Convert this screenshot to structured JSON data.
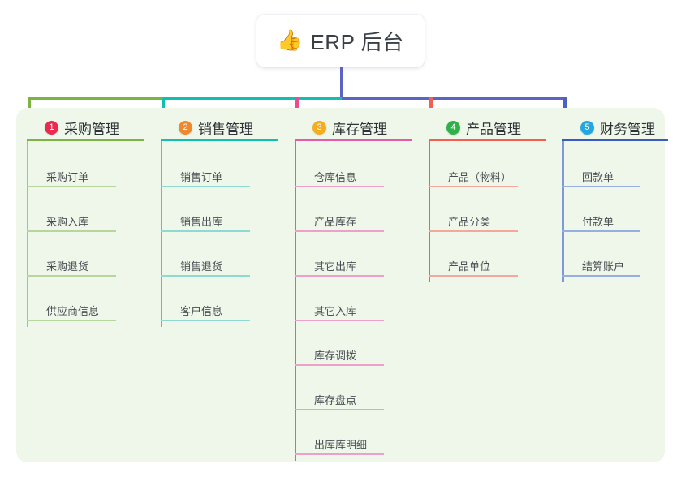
{
  "root": {
    "icon": "thumbs-up-emoji",
    "icon_glyph": "👍",
    "title": "ERP 后台"
  },
  "palette": {
    "panel_bg": "#eef7e9",
    "page_bg": "#ffffff",
    "stem": "#5b63c4",
    "bar_left_green": "#7cb342",
    "bar_mid_teal": "#10bfae",
    "bar_right_blue": "#5b63c4",
    "text": "#2f3338",
    "leaf_text": "#4a4f55"
  },
  "columns": [
    {
      "index": "1",
      "title": "采购管理",
      "badge_color": "#ec294e",
      "rule_color": "#7cb342",
      "leaf_rule_color": "#b7d69b",
      "spine_color": "#9ccb72",
      "drop_color": "#7cb342",
      "items": [
        "采购订单",
        "采购入库",
        "采购退货",
        "供应商信息"
      ]
    },
    {
      "index": "2",
      "title": "销售管理",
      "badge_color": "#f0892c",
      "rule_color": "#10bfae",
      "leaf_rule_color": "#8ed9d2",
      "spine_color": "#4cc9bf",
      "drop_color": "#10bfae",
      "items": [
        "销售订单",
        "销售出库",
        "销售退货",
        "客户信息"
      ]
    },
    {
      "index": "3",
      "title": "库存管理",
      "badge_color": "#f5ad1d",
      "rule_color": "#e25ba4",
      "leaf_rule_color": "#eda0c9",
      "spine_color": "#e25ba4",
      "drop_color": "#ec4d92",
      "items": [
        "仓库信息",
        "产品库存",
        "其它出库",
        "其它入库",
        "库存调拨",
        "库存盘点",
        "出库库明细"
      ]
    },
    {
      "index": "4",
      "title": "产品管理",
      "badge_color": "#2fb14a",
      "rule_color": "#f4604f",
      "leaf_rule_color": "#f6a79c",
      "spine_color": "#f4604f",
      "drop_color": "#f4604f",
      "items": [
        "产品（物料）",
        "产品分类",
        "产品单位"
      ]
    },
    {
      "index": "5",
      "title": "财务管理",
      "badge_color": "#22a7e0",
      "rule_color": "#3a5bbd",
      "leaf_rule_color": "#97aee0",
      "spine_color": "#7f98d8",
      "drop_color": "#4a63c0",
      "items": [
        "回款单",
        "付款单",
        "结算账户"
      ]
    }
  ]
}
